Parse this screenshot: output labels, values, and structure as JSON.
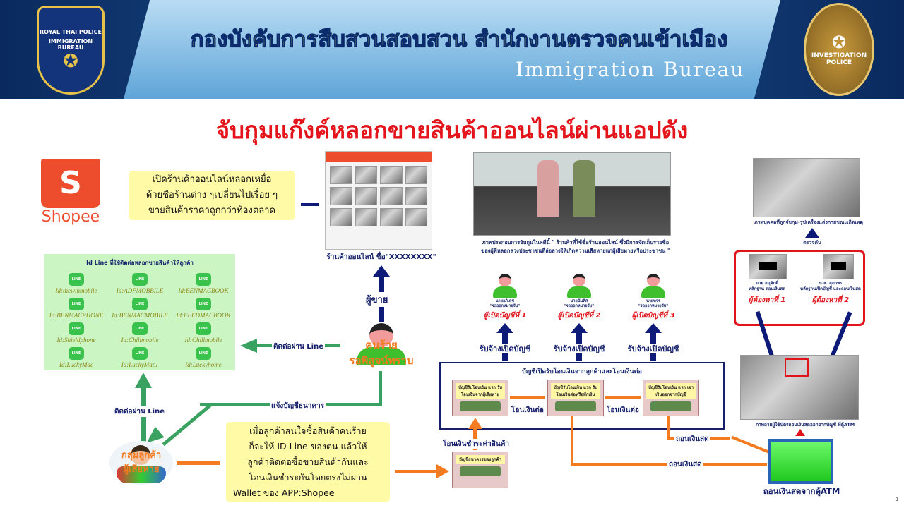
{
  "header": {
    "title": "กองบังคับการสืบสวนสอบสวน  สำนักงานตรวจคนเข้าเมือง",
    "subtitle": "Immigration Bureau",
    "logo_left": [
      "ROYAL THAI POLICE",
      "IMMIGRATION BUREAU"
    ],
    "logo_right": [
      "INVESTIGATION",
      "POLICE"
    ]
  },
  "title": "จับกุมแก๊งค์หลอกขายสินค้าออนไลน์ผ่านแอปดัง",
  "shopee": {
    "brand": "Shopee",
    "logo_letter": "S",
    "callout": [
      "เปิดร้านค้าออนไลน์หลอกเหยื่อ",
      "ด้วยชื่อร้านต่าง ๆเปลี่ยนไปเรื่อย ๆ",
      "ขายสินค้าราคาถูกกว่าท้องตลาด"
    ]
  },
  "shop_caption": "ร้านค้าออนไลน์ ชื่อ\"XXXXXXXX\"",
  "seller_label": "ผู้ขาย",
  "suspect": [
    "คนร้าย",
    "รอพิสูจน์ทราบ"
  ],
  "line_panel": {
    "title": "Id Line ที่ใช้ติดต่อหลอกขายสินค้าให้ลูกค้า",
    "icon_text": "LINE",
    "ids": [
      "Id:thewinmobile",
      "Id:ADFMOBBILE",
      "Id:BENMACBOOK",
      "Id:BENMACPHONE",
      "Id:BENMACMOBILE",
      "Id:FEEDMACBOOK",
      "Id:Shieldphone",
      "Id:Chillmobile",
      "Id:Chillmobile",
      "Id:LuckyMac",
      "Id:LuckyMac1",
      "Id:Luckyhome"
    ]
  },
  "arrows": {
    "contact_line": "ติดต่อผ่าน Line",
    "contact_line2": "ติดต่อผ่าน Line",
    "bank_info": "แจ้งบัญชีธนาคาร",
    "pay": "โอนเงินชำระค่าสินค้า",
    "transfer1": "โอนเงินต่อ",
    "transfer2": "โอนเงินต่อ",
    "withdraw1": "ถอนเงินสด",
    "withdraw2": "ถอนเงินสด",
    "hire": [
      "รับจ้างเปิดบัญชี",
      "รับจ้างเปิดบัญชี",
      "รับจ้างเปิดบัญชี"
    ],
    "trace": "ตรวจค้น"
  },
  "customers": [
    "กลุ่มลูกค้า",
    "ผู้เสียหาย"
  ],
  "explain": [
    "เมื่อลูกค้าสนใจซื้อสินค้าคนร้าย",
    "ก็จะให้ ID Line ของตน  แล้วให้",
    "ลูกค้าติดต่อซื้อขายสินค้ากันและ",
    "โอนเงินชำระกันโดยตรงไม่ผ่าน",
    "Wallet ของ APP:Shopee"
  ],
  "evidence_caption": [
    "ภาพประกอบการจับกุมในคดีนี้ \" ร้านค้าที่ใช้ชื่อร้านออนไลน์ ซึ่งมีการจัดเก็บรายชื่อ",
    "ของผู้ที่หลอกลวงประชาชนที่ล่อลวงให้เกิดความเสียหายแก่ผู้เสียหายหรือประชาชน \""
  ],
  "account_openers": [
    {
      "name": "นายอภิเดช",
      "note": "\"รอออกหมายจับ\"",
      "role": "ผู้เปิดบัญชีที่ 1"
    },
    {
      "name": "นายนันทิศ",
      "note": "\"รอออกหมายจับ\"",
      "role": "ผู้เปิดบัญชีที่ 2"
    },
    {
      "name": "นายพจร",
      "note": "\"รอออกหมายจับ\"",
      "role": "ผู้เปิดบัญชีที่ 3"
    }
  ],
  "accounts_box": {
    "title": "บัญชีเปิดรับโอนเงินจากลูกค้าและโอนเงินต่อ",
    "acct1": "บัญชีรับโอนเงิน แรก รับโอนเงินจากผู้เสียหาย",
    "acct2": "บัญชีรับโอนเงิน แรก รับโอนเงินต่อหรือพักเงิน",
    "acct3": "บัญชีรับโอนเงิน แรก เอาเงินออกจากบัญชี",
    "customer_acct": "บัญชีธนาคารของลูกค้า"
  },
  "arrested": {
    "caption_top": "ภาพบุคคลที่ถูกจับกุม-รูปเครื่องแต่งกายขณะเกิดเหตุ",
    "s1_name": "นาย อนุศักดิ์",
    "s1_note": "หลักฐาน ถอนเงินสด",
    "s1_role": "ผู้ต้องหาที่ 1",
    "s2_name": "น.ส. สุภาพร",
    "s2_note": "หลักฐานเปิดบัญชี และถอนเงินสด",
    "s2_role": "ผู้ต้องหาที่ 2"
  },
  "atm": {
    "caption_photo": "ภาพถ่ายผู้ใช้บัตรถอนเงินสดออกจากบัญชี ที่ตู้ATM",
    "label": "ถอนเงินสดจากตู้ATM"
  },
  "page_number": "1"
}
